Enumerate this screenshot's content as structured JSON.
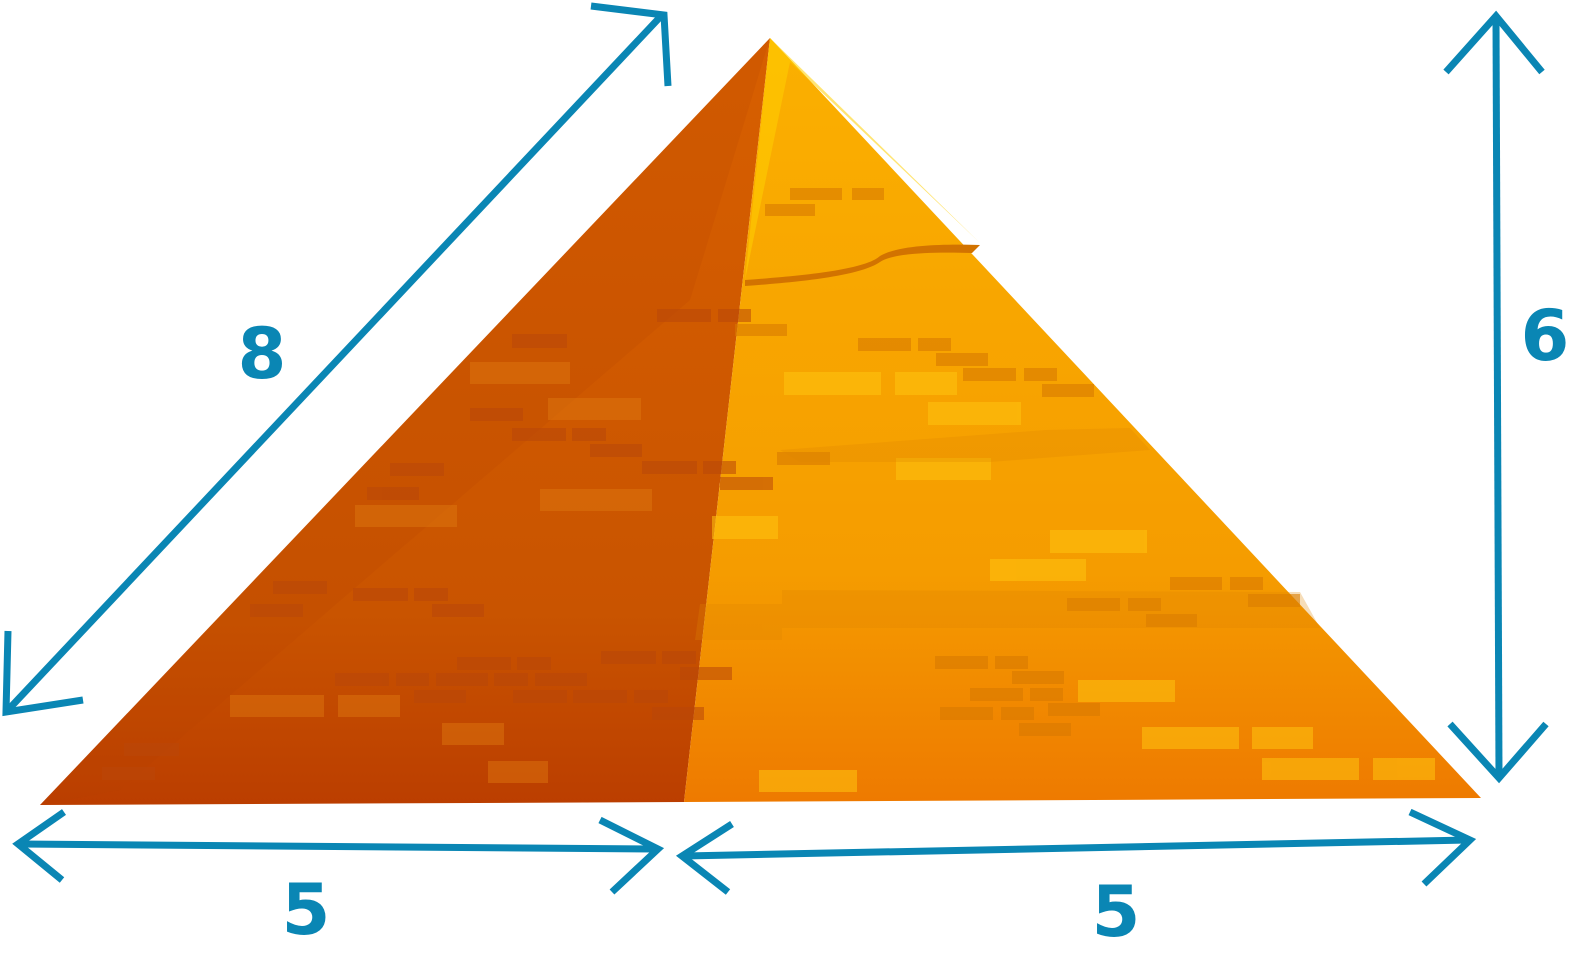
{
  "diagram": {
    "subject": "pyramid",
    "labels": {
      "slant_edge": "8",
      "height": "6",
      "base_left": "5",
      "base_right": "5"
    },
    "colors": {
      "dimension_lines": "#0a86b4",
      "shaded_face": "#cf5a00",
      "lit_face": "#f9a800",
      "brick_dark": "#b9470a",
      "brick_light": "#ffbf0f"
    }
  }
}
